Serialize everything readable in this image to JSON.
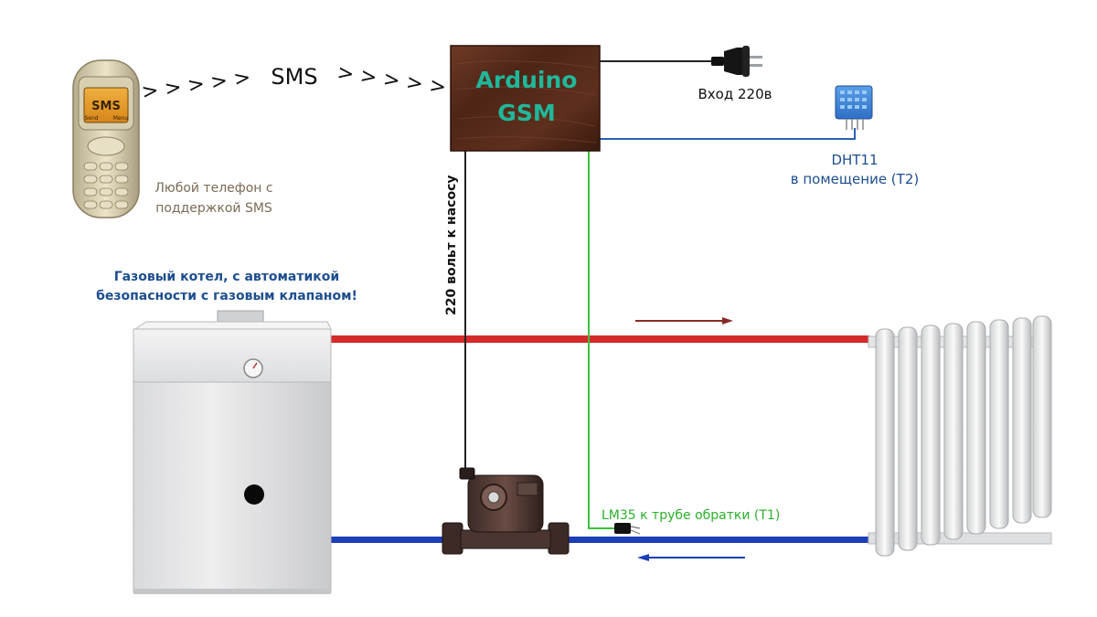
{
  "phone": {
    "screen_text": "SMS",
    "softkey_left": "Send",
    "softkey_right": "Menu",
    "caption_line1": "Любой телефон с",
    "caption_line2": "поддержкой SMS"
  },
  "sms_link": {
    "arrows_left": "> > > > >",
    "label": "SMS",
    "arrows_right": "> > > > >"
  },
  "controller": {
    "line1": "Arduino",
    "line2": "GSM"
  },
  "power_input": {
    "label": "Вход 220в"
  },
  "room_sensor": {
    "line1": "DHT11",
    "line2": "в помещение (T2)"
  },
  "pump_cable": {
    "label": "220 вольт к насосу"
  },
  "boiler": {
    "caption_line1": "Газовый котел, с автоматикой",
    "caption_line2": "безопасности с газовым клапаном!"
  },
  "pipe_sensor": {
    "label": "LM35 к трубе обратки (T1)"
  },
  "colors": {
    "supply_pipe": "#d42a2a",
    "return_pipe": "#1d3fb8",
    "sensor_wire": "#3cc23c",
    "dht_wire": "#2c5fb5",
    "label_blue": "#1d4e8f",
    "label_green": "#2bb02b",
    "controller_text": "#1fb89a",
    "phone_caption": "#7b6b55"
  }
}
